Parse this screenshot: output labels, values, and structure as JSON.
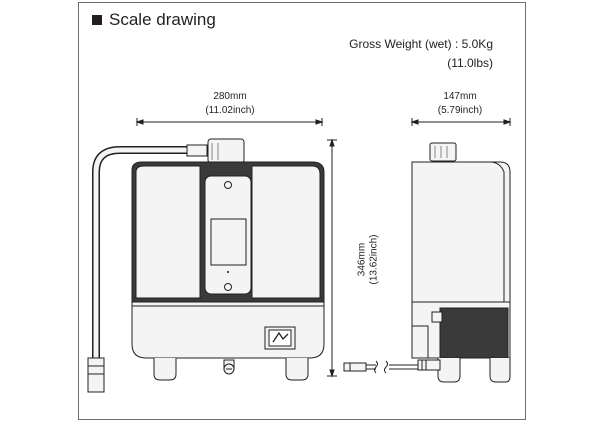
{
  "heading": "Scale drawing",
  "weight": {
    "line1": "Gross Weight (wet) : 5.0Kg",
    "line2": "(11.0lbs)"
  },
  "dimensions": {
    "width_mm": "280mm",
    "width_in": "(11.02inch)",
    "depth_mm": "147mm",
    "depth_in": "(5.79inch)",
    "height_mm": "346mm",
    "height_in": "(13.62inch)"
  },
  "colors": {
    "ink": "#231f20",
    "body_fill": "#f4f4f4",
    "dark_fill": "#3a3a3a"
  }
}
